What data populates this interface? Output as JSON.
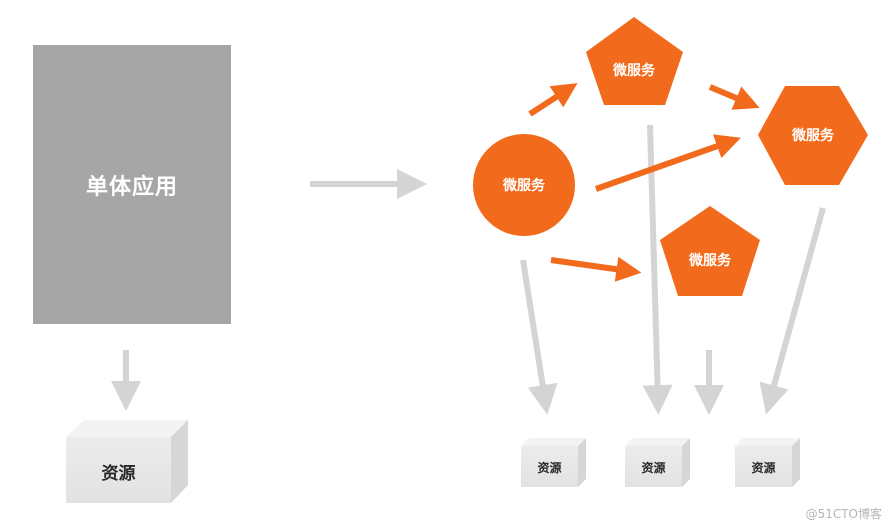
{
  "monolith": {
    "label": "单体应用"
  },
  "monolith_resource": {
    "label": "资源"
  },
  "microservices": [
    {
      "label": "微服务"
    },
    {
      "label": "微服务"
    },
    {
      "label": "微服务"
    },
    {
      "label": "微服务"
    }
  ],
  "resources": [
    {
      "label": "资源"
    },
    {
      "label": "资源"
    },
    {
      "label": "资源"
    }
  ],
  "watermark": "@51CTO博客",
  "colors": {
    "monolith": "#a6a6a6",
    "microservice": "#f26a1b",
    "arrow_gray": "#d4d4d4",
    "arrow_orange": "#f26a1b"
  }
}
